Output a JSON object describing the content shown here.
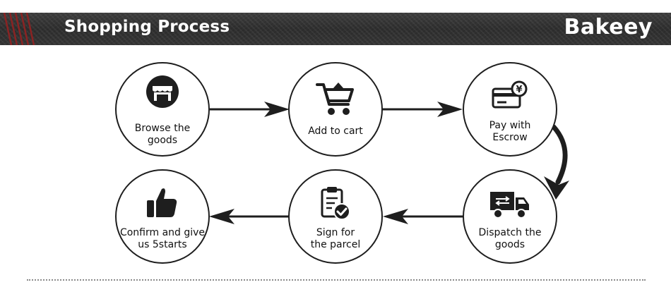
{
  "header": {
    "title": "Shopping Process",
    "brand": "Bakeey"
  },
  "steps": [
    {
      "label_lines": [
        "Browse the",
        "goods"
      ],
      "icon": "store-icon"
    },
    {
      "label_lines": [
        "Add to cart"
      ],
      "icon": "cart-icon"
    },
    {
      "label_lines": [
        "Pay with",
        "Escrow"
      ],
      "icon": "credit-card-yen-icon",
      "icon_symbol": "¥"
    },
    {
      "label_lines": [
        "Dispatch the",
        "goods"
      ],
      "icon": "delivery-truck-icon"
    },
    {
      "label_lines": [
        "Sign for",
        "the parcel"
      ],
      "icon": "clipboard-check-icon"
    },
    {
      "label_lines": [
        "Confirm and give",
        "us 5starts"
      ],
      "icon": "thumbs-up-icon"
    }
  ],
  "colors": {
    "header_bg": "#353535",
    "ink": "#1e1e1e",
    "divider": "#8a8a8a"
  }
}
